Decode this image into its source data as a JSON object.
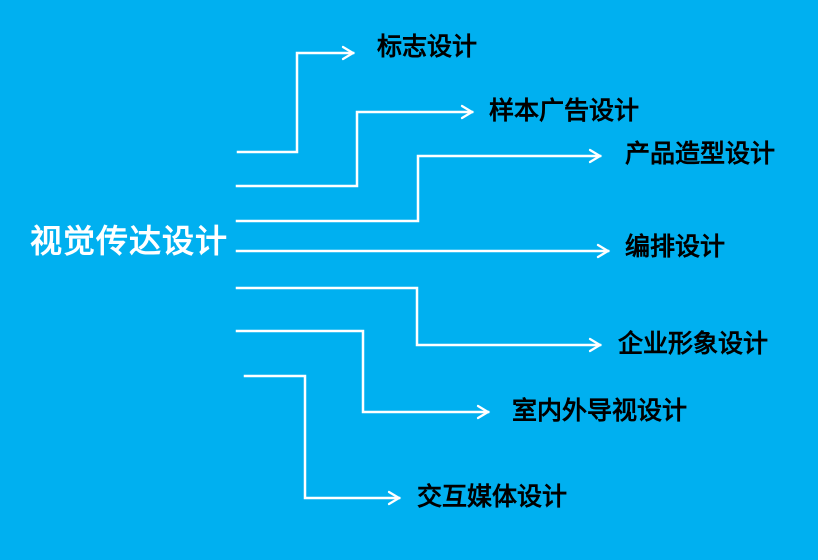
{
  "diagram": {
    "root": {
      "label": "视觉传达设计"
    },
    "branches": [
      {
        "id": "logo-design",
        "label": "标志设计"
      },
      {
        "id": "sample-advertising-design",
        "label": "样本广告设计"
      },
      {
        "id": "product-styling-design",
        "label": "产品造型设计"
      },
      {
        "id": "layout-design",
        "label": "编排设计"
      },
      {
        "id": "corporate-identity-design",
        "label": "企业形象设计"
      },
      {
        "id": "indoor-outdoor-signage-design",
        "label": "室内外导视设计"
      },
      {
        "id": "interactive-media-design",
        "label": "交互媒体设计"
      }
    ],
    "colors": {
      "background": "#00B0F0",
      "connector": "#FFFFFF",
      "root_text": "#FFFFFF",
      "branch_text": "#000000"
    }
  }
}
